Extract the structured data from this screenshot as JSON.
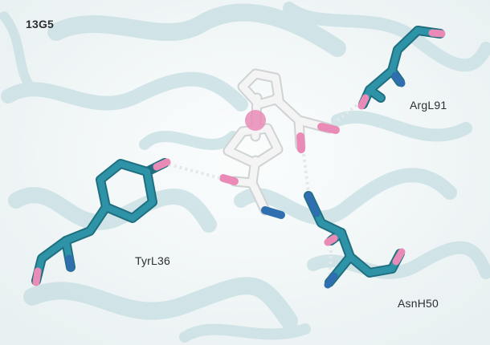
{
  "panel_label": "13G5",
  "residues": {
    "arg": "ArgL91",
    "tyr": "TyrL36",
    "asn": "AsnH50"
  },
  "colors": {
    "background": "#f4f7f7",
    "ribbon": "#c9e0e4",
    "carbon": "#2f93a8",
    "oxygen": "#e98bb6",
    "nitrogen": "#2f6fb0",
    "ligand": "#f2f2f2",
    "hbond": "#e9ecec"
  }
}
